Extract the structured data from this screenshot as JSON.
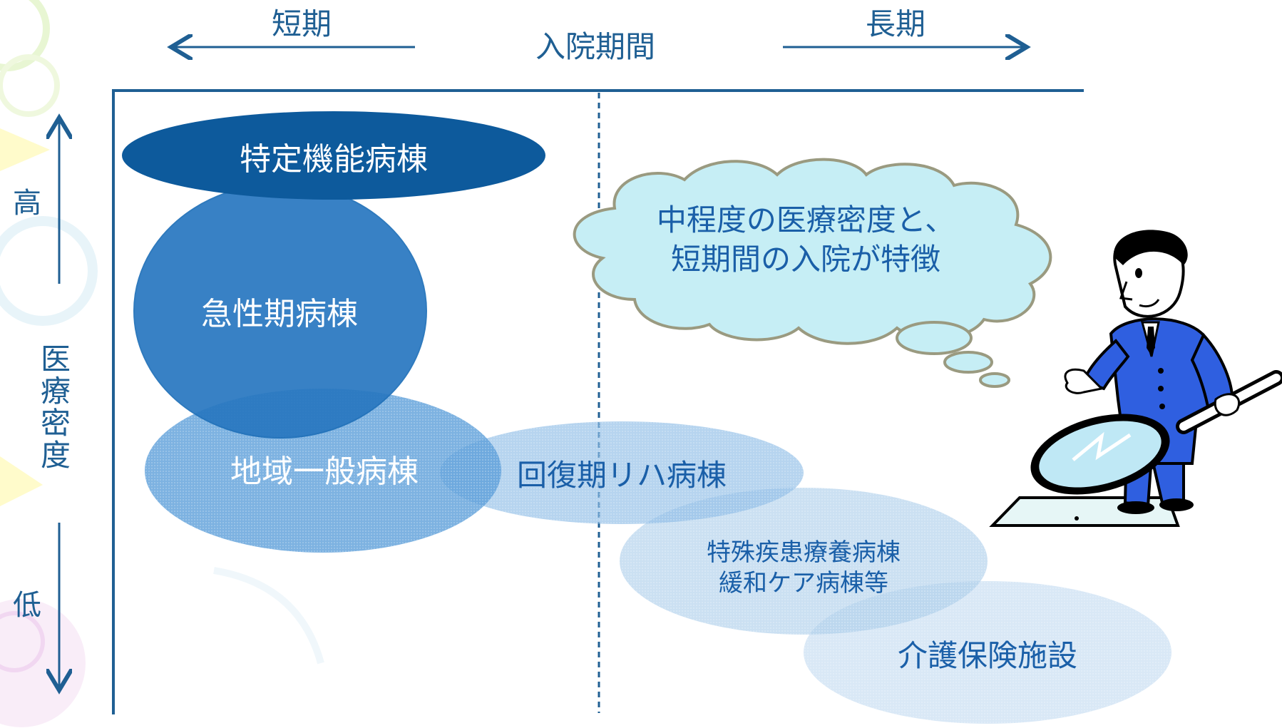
{
  "axis": {
    "x_title": "入院期間",
    "x_short": "短期",
    "x_long": "長期",
    "y_high": "高",
    "y_title_chars": [
      "医",
      "療",
      "密",
      "度"
    ],
    "y_low": "低"
  },
  "wards": {
    "special_function": "特定機能病棟",
    "acute": "急性期病棟",
    "community": "地域一般病棟",
    "recovery_rehab": "回復期リハ病棟",
    "special_disease_line1": "特殊疾患療養病棟",
    "special_disease_line2": "緩和ケア病棟等",
    "care_facility": "介護保険施設"
  },
  "callout": {
    "line1": "中程度の医療密度と、",
    "line2": "短期間の入院が特徴"
  },
  "colors": {
    "axis": "#1f5f93",
    "dark_blue": "#0d5a9c",
    "mid_blue": "#2877c0",
    "text_blue": "#1a5fa8",
    "cloud_fill": "#c6eef5",
    "cloud_stroke": "#9a9a80",
    "suit": "#2f5fe0"
  }
}
